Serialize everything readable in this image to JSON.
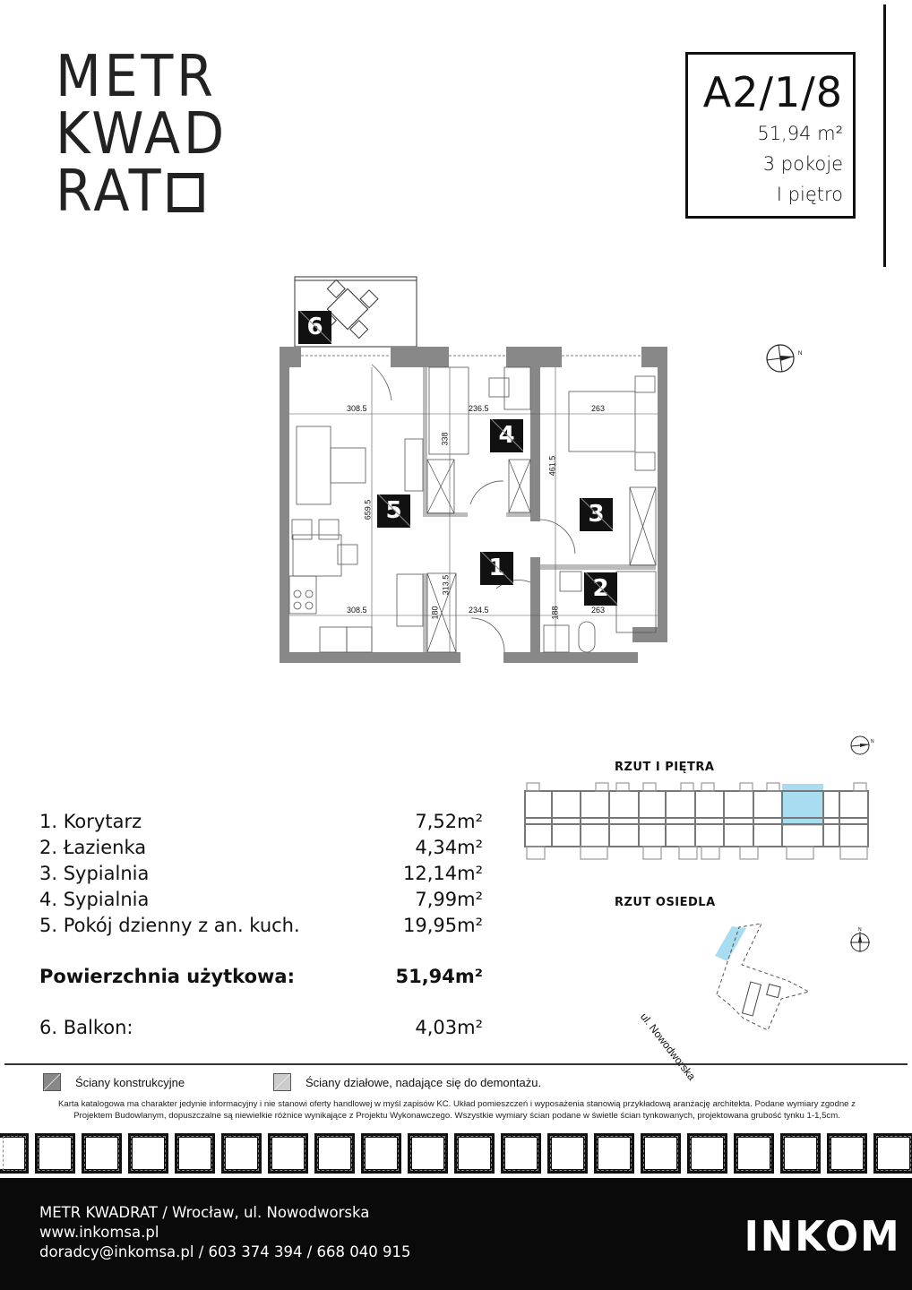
{
  "logo": {
    "line1": "METR",
    "line2": "KWAD",
    "line3": "RAT"
  },
  "apartment": {
    "code": "A2/1/8",
    "area": "51,94 m²",
    "rooms": "3 pokoje",
    "floor": "I  piętro"
  },
  "plan": {
    "labels": [
      "1",
      "2",
      "3",
      "4",
      "5",
      "6"
    ],
    "dimensions": {
      "d1": "308.5",
      "d2": "236.5",
      "d3": "263",
      "d4": "338",
      "d5": "461.5",
      "d6": "659.5",
      "d7": "313.5",
      "d8": "308.5",
      "d9": "180",
      "d10": "234.5",
      "d11": "188",
      "d12": "263"
    }
  },
  "room_list": [
    {
      "name": "1. Korytarz",
      "area": "7,52m²"
    },
    {
      "name": "2. Łazienka",
      "area": "4,34m²"
    },
    {
      "name": "3. Sypialnia",
      "area": "12,14m²"
    },
    {
      "name": "4. Sypialnia",
      "area": "7,99m²"
    },
    {
      "name": "5. Pokój dzienny z an. kuch.",
      "area": "19,95m²"
    }
  ],
  "total": {
    "label": "Powierzchnia użytkowa:",
    "area": "51,94m²"
  },
  "balcony": {
    "label": "6. Balkon:",
    "area": "4,03m²"
  },
  "site": {
    "floor_plan_title": "RZUT I PIĘTRA",
    "estate_title": "RZUT OSIEDLA",
    "street": "ul. Nowodworska",
    "north": "N",
    "highlight_color": "#a8dcf0"
  },
  "legend": {
    "structural": "Ściany konstrukcyjne",
    "partition": "Ściany działowe, nadające się do demontażu."
  },
  "disclaimer": {
    "line1": "Karta katalogowa ma charakter jedynie informacyjny i nie stanowi oferty handlowej w myśl zapisów KC. Układ pomieszczeń i wyposażenia stanowią przykładową aranżację architekta. Podane wymiary zgodne z",
    "line2": "Projektem Budowlanym, dopuszczalne są niewielkie różnice wynikające z Projektu Wykonawczego. Wszystkie wymiary ścian podane w świetle ścian tynkowanych, projektowana grubość tynku 1-1,5cm."
  },
  "footer": {
    "project": "METR KWADRAT / Wrocław, ul. Nowodworska",
    "website": "www.inkomsa.pl",
    "contact": "doradcy@inkomsa.pl / 603 374 394 / 668 040 915",
    "brand": "INKOM"
  }
}
